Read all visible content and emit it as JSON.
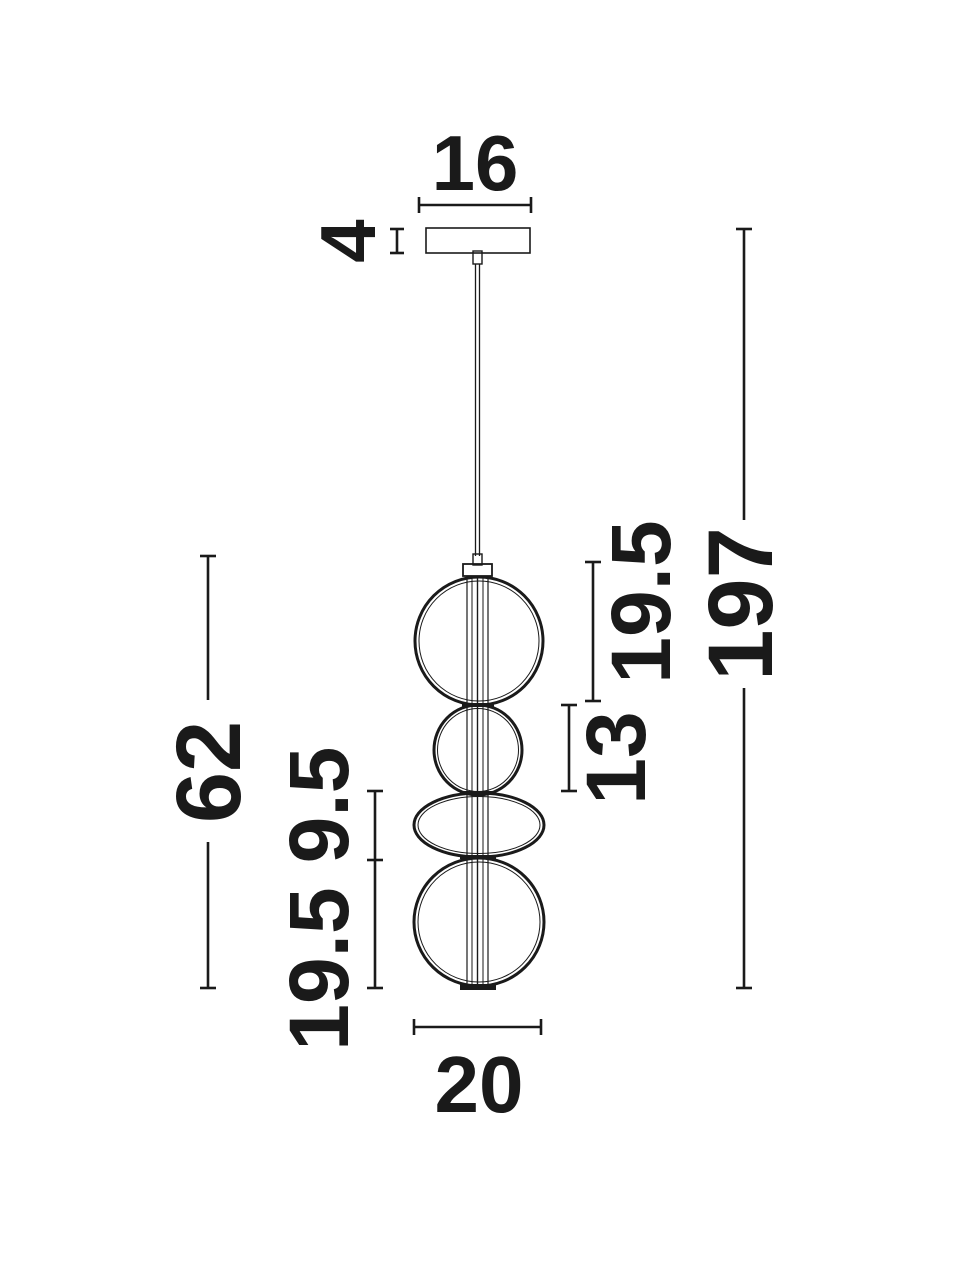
{
  "dimensions": {
    "canopy_width": "16",
    "canopy_height": "4",
    "total_height": "197",
    "lamp_height": "62",
    "lamp_width": "20",
    "ring_top": "19.5",
    "ring_second": "13",
    "ring_third": "9.5",
    "ring_bottom": "19.5"
  },
  "colors": {
    "ink": "#1a1a1a",
    "background": "#ffffff"
  }
}
